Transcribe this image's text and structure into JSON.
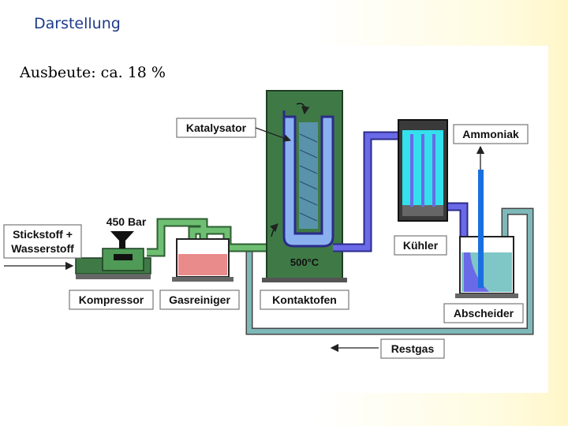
{
  "slide": {
    "title": "Darstellung",
    "yield": "Ausbeute: ca. 18 %"
  },
  "diagram": {
    "labels": {
      "feed": [
        "Stickstoff +",
        "Wasserstoff"
      ],
      "pressure": "450 Bar",
      "compressor": "Kompressor",
      "gas_cleaner": "Gasreiniger",
      "reactor": "Kontaktofen",
      "temperature": "500°C",
      "catalyst": "Katalysator",
      "cooler": "Kühler",
      "ammonia": "Ammoniak",
      "separator": "Abscheider",
      "residual_gas": "Restgas"
    },
    "colors": {
      "reactor": "#3f7a46",
      "pipe_feed": "#6fbf73",
      "pipe_product": "#6a6ae8",
      "pipe_recycle": "#7fb8b8",
      "gas_cleaner_liquid": "#e98b8b",
      "cooler_liquid": "#33e0ec",
      "separator_liquid": "#7fc6c6",
      "ammonia_outlet": "#1a6fe0"
    }
  }
}
